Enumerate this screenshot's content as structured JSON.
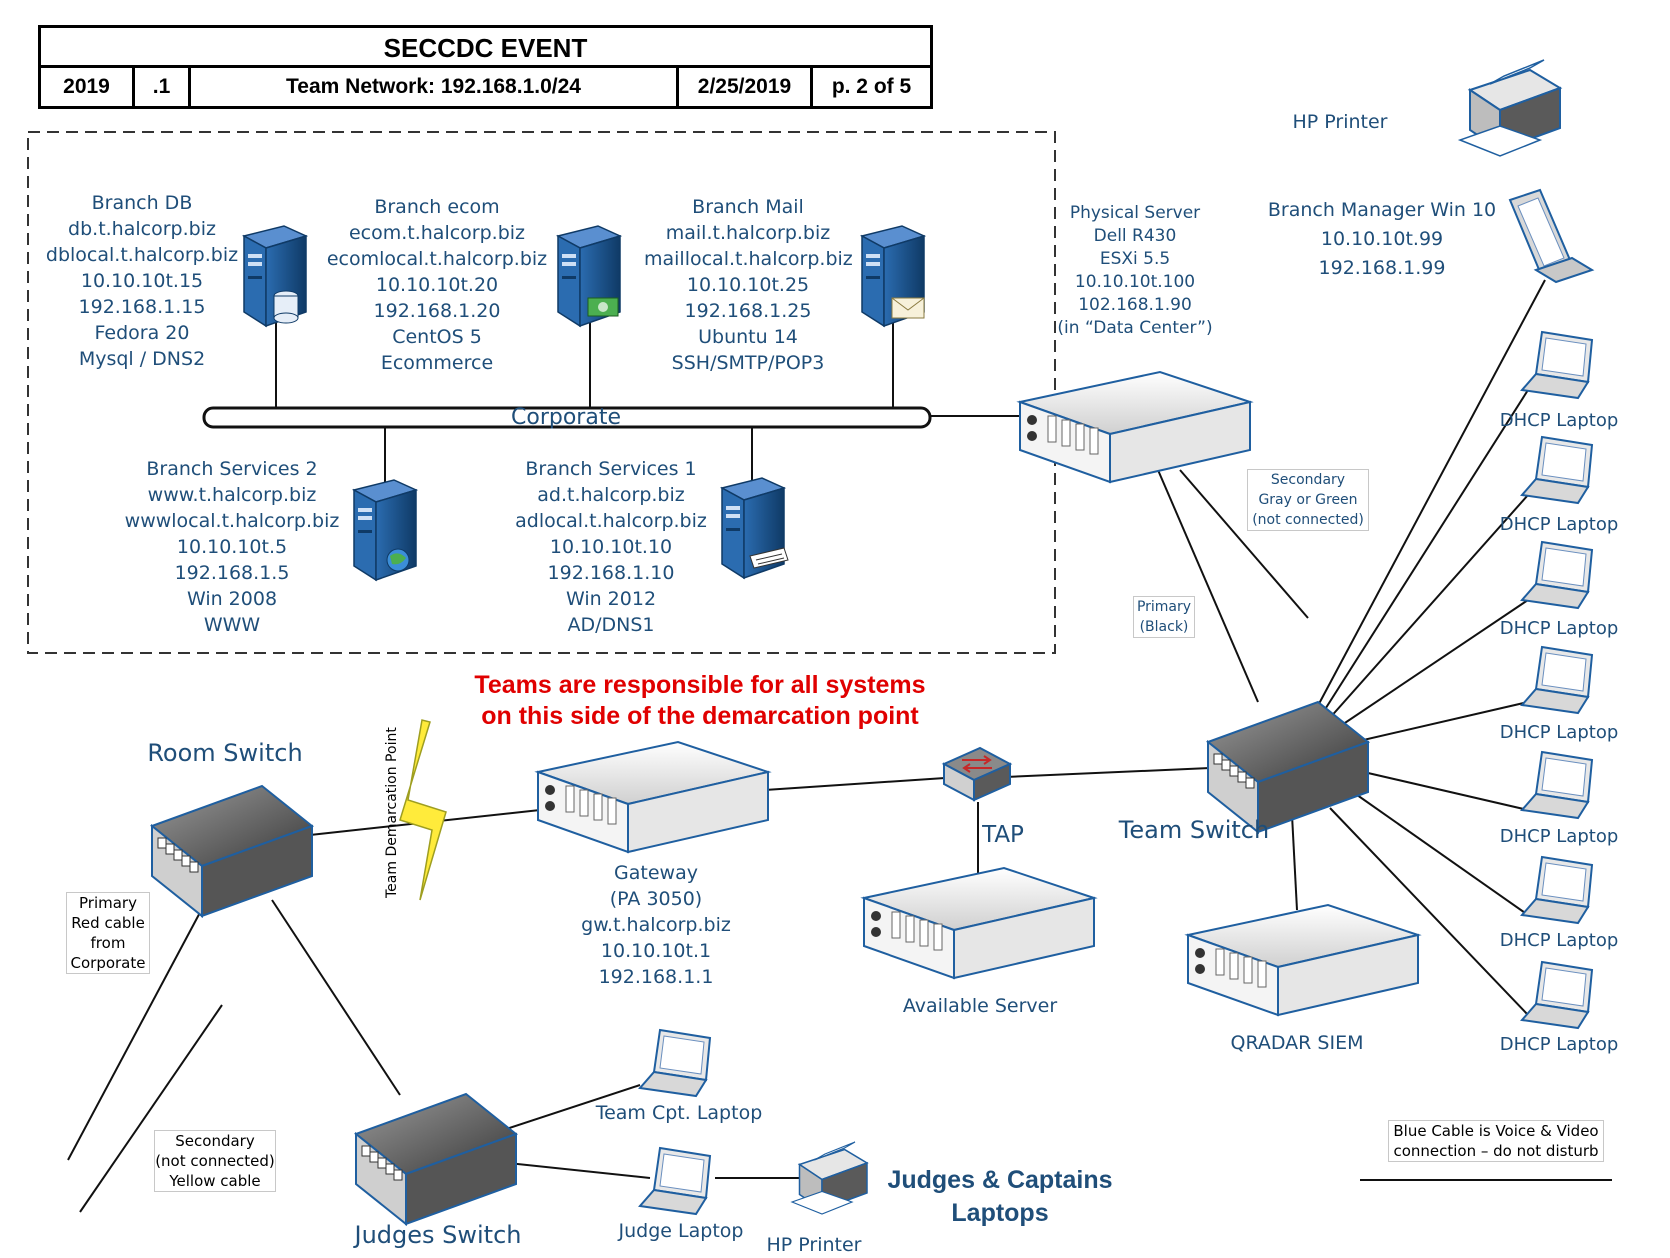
{
  "title_block": {
    "title": "SECCDC EVENT",
    "year": "2019",
    "version": ".1",
    "network": "Team  Network: 192.168.1.0/24",
    "date": "2/25/2019",
    "page": "p. 2 of 5"
  },
  "corporate": {
    "bus_label": "Corporate",
    "servers": [
      {
        "lines": [
          "Branch DB",
          "db.t.halcorp.biz",
          "dblocal.t.halcorp.biz",
          "10.10.10t.15",
          "192.168.1.15",
          "Fedora 20",
          "Mysql / DNS2"
        ],
        "icon": "database-server-icon"
      },
      {
        "lines": [
          "Branch ecom",
          "ecom.t.halcorp.biz",
          "ecomlocal.t.halcorp.biz",
          "10.10.10t.20",
          "192.168.1.20",
          "CentOS 5",
          "Ecommerce"
        ],
        "icon": "ecommerce-server-icon"
      },
      {
        "lines": [
          "Branch Mail",
          "mail.t.halcorp.biz",
          "maillocal.t.halcorp.biz",
          "10.10.10t.25",
          "192.168.1.25",
          "Ubuntu 14",
          "SSH/SMTP/POP3"
        ],
        "icon": "mail-server-icon"
      },
      {
        "lines": [
          "Branch Services 2",
          "www.t.halcorp.biz",
          "wwwlocal.t.halcorp.biz",
          "10.10.10t.5",
          "192.168.1.5",
          "Win 2008",
          "WWW"
        ],
        "icon": "web-server-icon"
      },
      {
        "lines": [
          "Branch Services 1",
          "ad.t.halcorp.biz",
          "adlocal.t.halcorp.biz",
          "10.10.10t.10",
          "192.168.1.10",
          "Win 2012",
          "AD/DNS1"
        ],
        "icon": "directory-server-icon"
      }
    ]
  },
  "physical_server": {
    "lines": [
      "Physical Server",
      "Dell R430",
      "ESXi 5.5",
      "10.10.10t.100",
      "102.168.1.90",
      "(in “Data Center”)"
    ]
  },
  "hp_printer_top": "HP Printer",
  "branch_manager": {
    "lines": [
      "Branch Manager Win 10",
      "10.10.10t.99",
      "192.168.1.99"
    ]
  },
  "dhcp_laptop_label": "DHCP Laptop",
  "dhcp_laptop_count": 7,
  "notes": {
    "secondary_gray": [
      "Secondary",
      "Gray or Green",
      "(not connected)"
    ],
    "primary_black": [
      "Primary",
      "(Black)"
    ],
    "primary_red": [
      "Primary",
      "Red cable",
      "from",
      "Corporate"
    ],
    "secondary_yellow": [
      "Secondary",
      "(not connected)",
      "Yellow cable"
    ],
    "blue_cable": [
      "Blue Cable is Voice & Video",
      "connection – do not disturb"
    ]
  },
  "warning": [
    "Teams are responsible for all systems",
    "on this side of the demarcation point"
  ],
  "demarcation_label": "Team Demarcation Point",
  "room_switch": "Room Switch",
  "gateway": {
    "lines": [
      "Gateway",
      "(PA 3050)",
      "gw.t.halcorp.biz",
      "10.10.10t.1",
      "192.168.1.1"
    ]
  },
  "tap": "TAP",
  "team_switch": "Team Switch",
  "available_server": "Available Server",
  "qradar": "QRADAR SIEM",
  "judges_switch": "Judges Switch",
  "team_cpt_laptop": "Team Cpt. Laptop",
  "judge_laptop": "Judge Laptop",
  "hp_printer_bottom": "HP Printer",
  "judges_captains": [
    "Judges & Captains",
    "Laptops"
  ],
  "colors": {
    "label_blue": "#1f4e79",
    "warning_red": "#e00000",
    "server_blue": "#1f5fa0",
    "device_gray": "#dcdcdc"
  }
}
